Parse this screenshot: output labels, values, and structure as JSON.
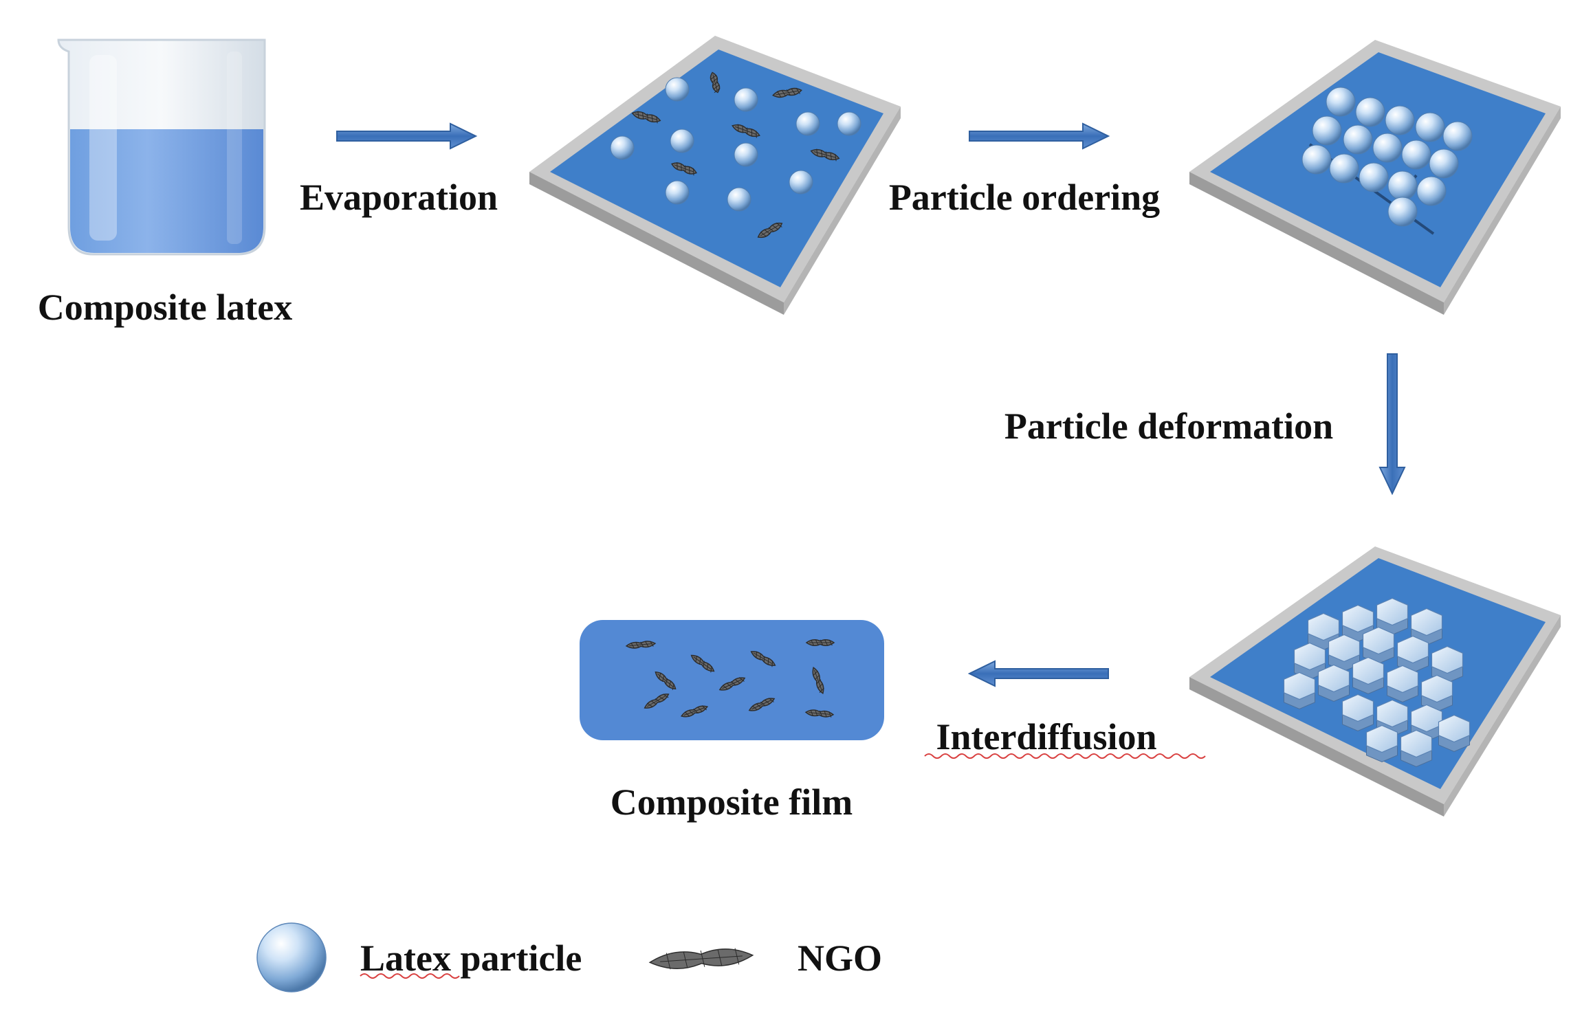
{
  "labels": {
    "composite_latex": "Composite latex",
    "evaporation": "Evaporation",
    "particle_ordering": "Particle ordering",
    "particle_deformation": "Particle deformation",
    "interdiffusion": "Interdiffusion",
    "composite_film": "Composite film"
  },
  "legend": {
    "latex_particle": "Latex particle",
    "ngo": "NGO"
  },
  "colors": {
    "film_blue": "#5389d4",
    "substrate_blue": "#3f7fc9",
    "substrate_gray": "#c9c9c9",
    "arrow_blue": "#4a7ec6",
    "particle": "#a9cdef",
    "ngo_sheet": "#4a4a4a"
  }
}
